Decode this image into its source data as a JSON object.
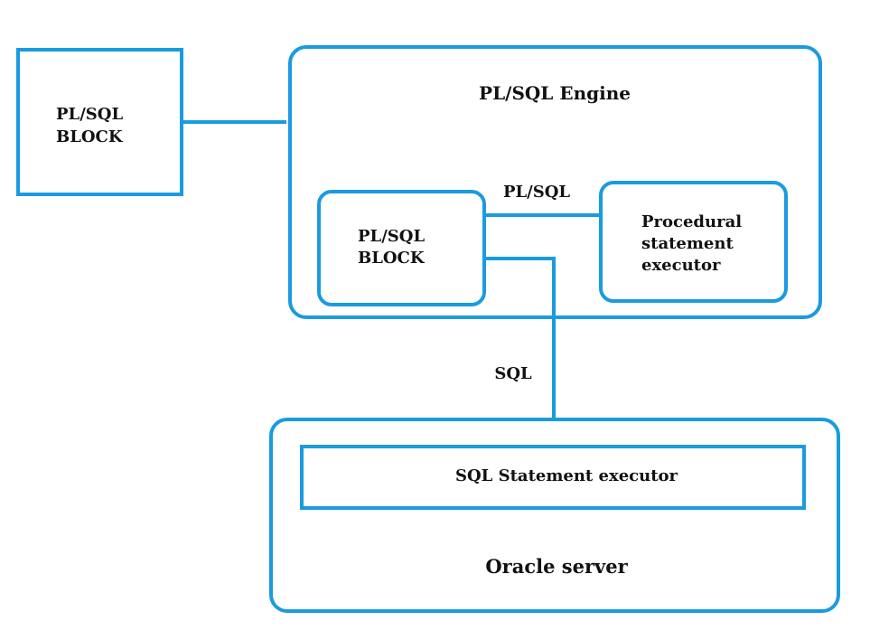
{
  "colors": {
    "stroke": "#1a9be0",
    "text": "#111111",
    "background": "#ffffff"
  },
  "outer_block": {
    "line1": "PL/SQL",
    "line2": "BLOCK"
  },
  "engine": {
    "title": "PL/SQL Engine"
  },
  "inner_block": {
    "line1": "PL/SQL",
    "line2": "BLOCK"
  },
  "procedural_executor": {
    "line1": "Procedural",
    "line2": "statement",
    "line3": "executor"
  },
  "connectors": {
    "plsql_label": "PL/SQL",
    "sql_label": "SQL"
  },
  "oracle_server": {
    "title": "Oracle server",
    "sql_executor": "SQL Statement executor"
  }
}
